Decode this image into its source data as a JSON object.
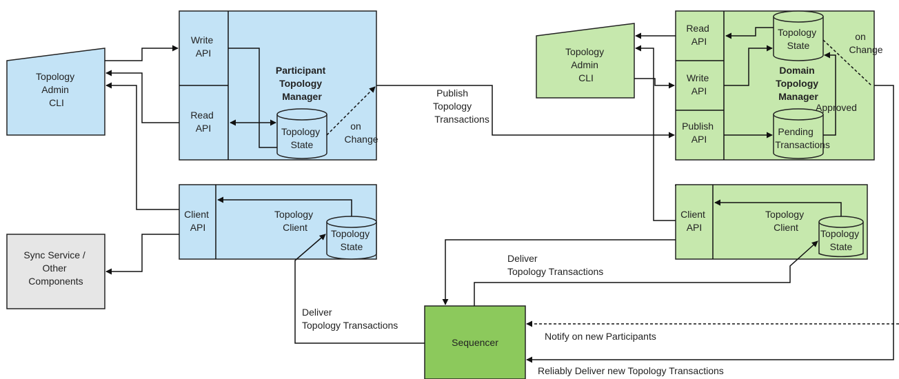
{
  "participant": {
    "admin_cli": [
      "Topology",
      "Admin",
      "CLI"
    ],
    "write_api": [
      "Write",
      "API"
    ],
    "read_api": [
      "Read",
      "API"
    ],
    "manager": [
      "Participant",
      "Topology",
      "Manager"
    ],
    "store": [
      "Topology",
      "State"
    ],
    "on_change": [
      "on",
      "Change"
    ],
    "client_api": [
      "Client",
      "API"
    ],
    "client": [
      "Topology",
      "Client"
    ],
    "client_store": [
      "Topology",
      "State"
    ]
  },
  "sync_service": [
    "Sync Service /",
    "Other",
    "Components"
  ],
  "publish_label": [
    "Publish",
    "Topology",
    "Transactions"
  ],
  "domain": {
    "admin_cli": [
      "Topology",
      "Admin",
      "CLI"
    ],
    "read_api": [
      "Read",
      "API"
    ],
    "write_api": [
      "Write",
      "API"
    ],
    "publish_api": [
      "Publish",
      "API"
    ],
    "manager": [
      "Domain",
      "Topology",
      "Manager"
    ],
    "store": [
      "Topology",
      "State"
    ],
    "on_change": [
      "on",
      "Change"
    ],
    "approved": "Approved",
    "pending": [
      "Pending",
      "Transactions"
    ],
    "client_api": [
      "Client",
      "API"
    ],
    "client": [
      "Topology",
      "Client"
    ],
    "client_store": [
      "Topology",
      "State"
    ]
  },
  "sequencer": "Sequencer",
  "deliver_left": [
    "Deliver",
    "Topology Transactions"
  ],
  "deliver_right": [
    "Deliver",
    "Topology Transactions"
  ],
  "notify": "Notify on new Participants",
  "reliably": "Reliably Deliver new Topology Transactions"
}
